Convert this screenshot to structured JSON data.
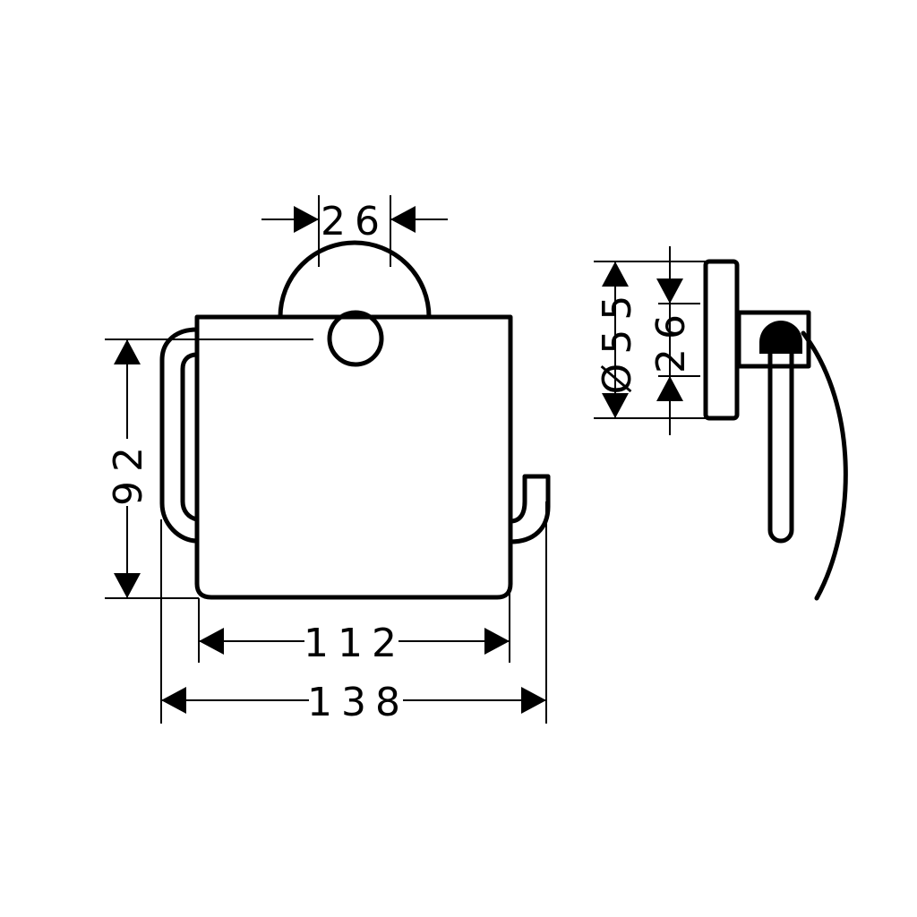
{
  "dimensions": {
    "rosette_width": "26",
    "height": "92",
    "cover_width": "112",
    "total_width": "138",
    "rosette_diameter": "Ø55",
    "side_rosette_width": "26"
  },
  "colors": {
    "line": "#000000",
    "background": "#ffffff"
  }
}
